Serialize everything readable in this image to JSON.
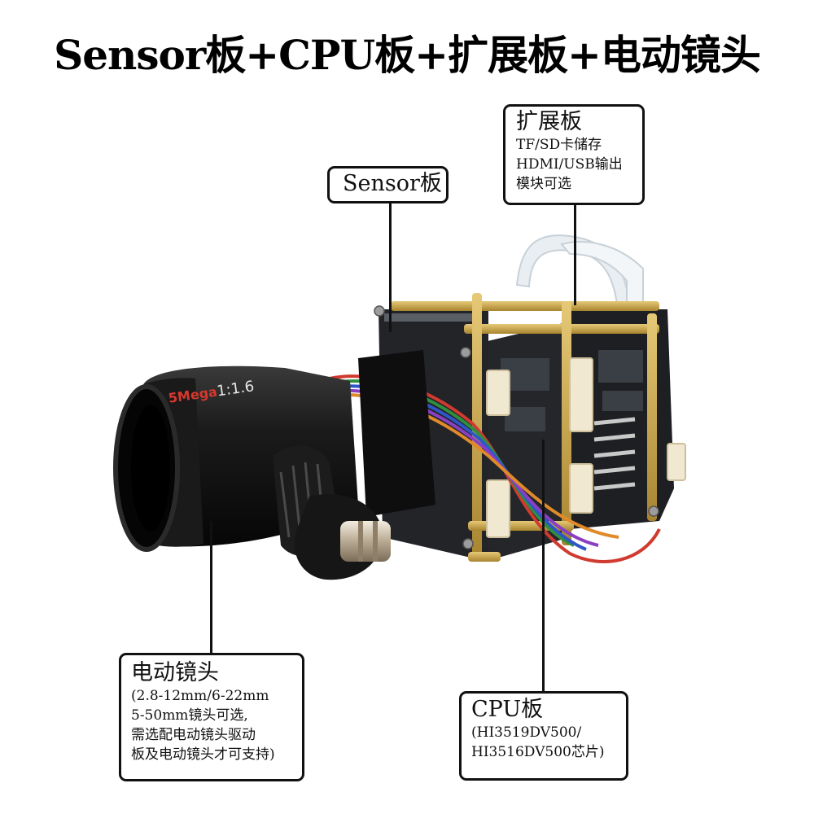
{
  "title": "Sensor板+CPU板+扩展板+电动镜头",
  "callouts": {
    "sensor": {
      "title": "Sensor板"
    },
    "extension": {
      "title": "扩展板",
      "lines": [
        "TF/SD卡储存",
        "HDMI/USB输出",
        "模块可选"
      ]
    },
    "lens": {
      "title": "电动镜头",
      "lines": [
        "(2.8-12mm/6-22mm",
        "5-50mm镜头可选,",
        "需选配电动镜头驱动",
        "板及电动镜头才可支持)"
      ]
    },
    "cpu": {
      "title": "CPU板",
      "lines": [
        "(HI3519DV500/",
        "HI3516DV500芯片)"
      ]
    }
  },
  "lens_print": {
    "brand": "5Mega",
    "ratio": "1:1.6"
  },
  "colors": {
    "frame_brass": "#c9a64a",
    "pcb_black": "#1e1f22",
    "lens_black": "#141414",
    "connector_cream": "#f1e8d2",
    "ribbon_white": "#e9eef2"
  }
}
